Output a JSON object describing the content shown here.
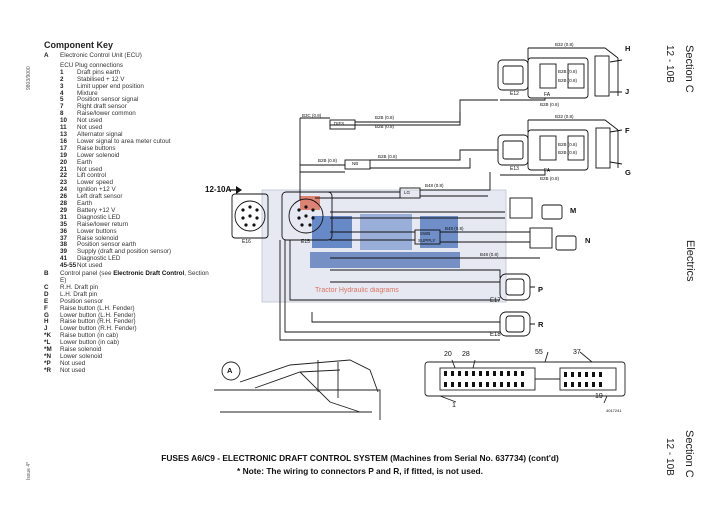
{
  "left_margin": {
    "doc_code": "9803/9000",
    "issue": "Issue 4*"
  },
  "right_margin": {
    "section_top": "Section C",
    "page_top": "12 - 10B",
    "chapter": "Electrics",
    "section_bottom": "Section C",
    "page_bottom": "12 - 10B"
  },
  "component_key": {
    "title": "Component Key",
    "items": [
      {
        "code": "A",
        "text": "Electronic Control Unit (ECU)"
      }
    ],
    "ecu_title": "ECU Plug connections",
    "ecu": [
      {
        "code": "1",
        "text": "Draft pins earth"
      },
      {
        "code": "2",
        "text": "Stabilised + 12 V"
      },
      {
        "code": "3",
        "text": "Limit upper end position"
      },
      {
        "code": "4",
        "text": "Mixture"
      },
      {
        "code": "5",
        "text": "Position sensor signal"
      },
      {
        "code": "7",
        "text": "Right draft sensor"
      },
      {
        "code": "8",
        "text": "Raise/lower common"
      },
      {
        "code": "10",
        "text": "Not used"
      },
      {
        "code": "11",
        "text": "Not used"
      },
      {
        "code": "13",
        "text": "Alternator signal"
      },
      {
        "code": "16",
        "text": "Lower signal to area meter cutout"
      },
      {
        "code": "17",
        "text": "Raise buttons"
      },
      {
        "code": "19",
        "text": "Lower solenoid"
      },
      {
        "code": "20",
        "text": "Earth"
      },
      {
        "code": "21",
        "text": "Not used"
      },
      {
        "code": "22",
        "text": "Lift control"
      },
      {
        "code": "23",
        "text": "Lower speed"
      },
      {
        "code": "24",
        "text": "Ignition +12 V"
      },
      {
        "code": "26",
        "text": "Left draft sensor"
      },
      {
        "code": "28",
        "text": "Earth"
      },
      {
        "code": "29",
        "text": "Battery +12 V"
      },
      {
        "code": "31",
        "text": "Diagnostic LED"
      },
      {
        "code": "35",
        "text": "Raise/lower return"
      },
      {
        "code": "36",
        "text": "Lower buttons"
      },
      {
        "code": "37",
        "text": "Raise solenoid"
      },
      {
        "code": "38",
        "text": "Position sensor earth"
      },
      {
        "code": "39",
        "text": "Supply (draft and position sensor)"
      },
      {
        "code": "41",
        "text": "Diagnostic LED"
      },
      {
        "code": "45-55",
        "text": "Not used"
      }
    ],
    "b_code": "B",
    "b_text": "Control panel (see ",
    "b_bold": "Electronic Draft Control",
    "b_tail": ", Section E)",
    "rest": [
      {
        "code": "C",
        "text": "R.H. Draft pin"
      },
      {
        "code": "D",
        "text": "L.H. Draft pin"
      },
      {
        "code": "E",
        "text": "Position sensor"
      },
      {
        "code": "F",
        "text": "Raise button (L.H. Fender)"
      },
      {
        "code": "G",
        "text": "Lower button (L.H. Fender)"
      },
      {
        "code": "H",
        "text": "Raise button (R.H. Fender)"
      },
      {
        "code": "J",
        "text": "Lower button (R.H. Fender)"
      },
      {
        "code": "*K",
        "text": "Raise button (in cab)"
      },
      {
        "code": "*L",
        "text": "Lower button (in cab)"
      },
      {
        "code": "*M",
        "text": "Raise solenoid"
      },
      {
        "code": "*N",
        "text": "Lower solenoid"
      },
      {
        "code": "*P",
        "text": "Not used"
      },
      {
        "code": "*R",
        "text": "Not used"
      }
    ]
  },
  "diagram": {
    "ref_label": "12-10A",
    "connectors": {
      "e12": "E12",
      "e13": "E13",
      "e16": "E16",
      "e15": "E15",
      "e17": "E17",
      "e18": "E18",
      "fa1": "FA",
      "fa2": "FA"
    },
    "terminals": {
      "h": "H",
      "j": "J",
      "f": "F",
      "g": "G",
      "m": "M",
      "n": "N",
      "p": "P",
      "r": "R"
    },
    "wires": {
      "w_top1": "B32 (0.8)",
      "w_top2": "B2B (0.8)",
      "w_top3": "B2B (0.8)",
      "w_top4": "B2B (0.8)",
      "w_mid1": "B32 (0.8)",
      "w_mid2": "B2B (0.8)",
      "w_mid3": "B2B (0.8)",
      "w_mid4": "B2B (0.8)",
      "w_a1": "B3C (0.8)",
      "w_a2": "B2B (0.8)",
      "w_a3": "B2B (0.8)",
      "w_a4": "B2B (0.8)",
      "w_a5": "B2B (0.8)",
      "w_b1": "B48 (0.8)",
      "w_b2": "B48 (0.8)",
      "w_b3": "B48 (0.8)"
    },
    "boxes": {
      "d1": "DIFS",
      "d2": "NB",
      "d3": "LG",
      "d4": "SWB",
      "d5": "SUPPLY"
    },
    "watermark": "Tractor Hydraulic diagrams"
  },
  "detail": {
    "label_a": "A",
    "pin20": "20",
    "pin28": "28",
    "pin55": "55",
    "pin37": "37",
    "pin1": "1",
    "pin19": "19",
    "ref": "4017241"
  },
  "caption": {
    "line1": "FUSES A6/C9 - ELECTRONIC DRAFT CONTROL SYSTEM (Machines from Serial No. 637734) (cont'd)",
    "line2": "* Note: The wiring to connectors P and R, if fitted, is not used."
  }
}
